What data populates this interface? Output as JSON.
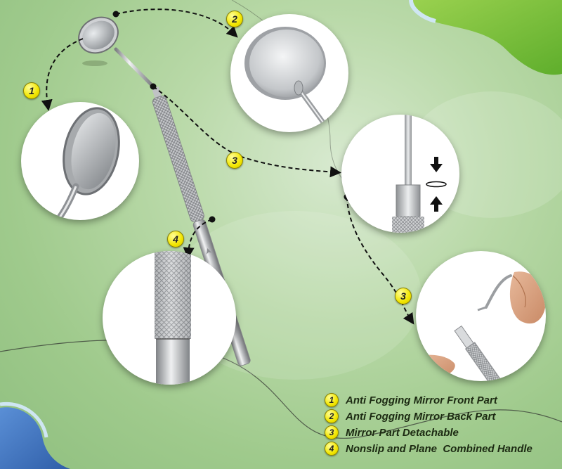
{
  "legend": [
    {
      "number": "1",
      "label": "Anti Fogging Mirror Front Part"
    },
    {
      "number": "2",
      "label": "Anti Fogging Mirror Back Part"
    },
    {
      "number": "3",
      "label": "Mirror Part Detachable"
    },
    {
      "number": "4",
      "label": "Nonslip and Plane  Combined Handle"
    }
  ],
  "callouts": {
    "front": "1",
    "back": "2",
    "detach_top": "3",
    "detach_bottom": "3",
    "handle": "4"
  },
  "colors": {
    "badge_fill": "#f2e600",
    "background_green": "#9fca8c",
    "top_right_blob": "#7cc43a",
    "bottom_left_blob": "#3f6fb7"
  }
}
